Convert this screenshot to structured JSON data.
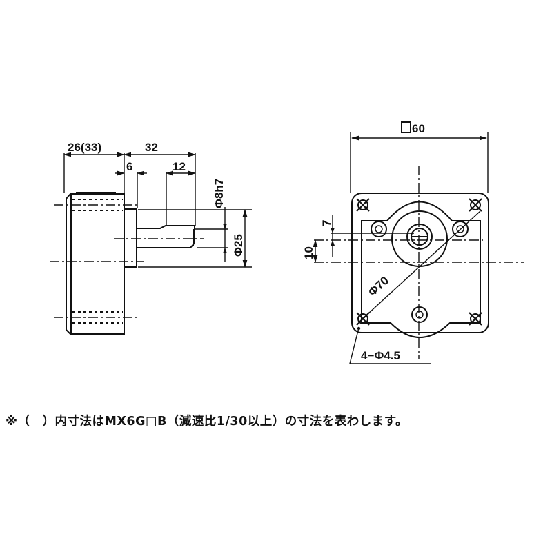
{
  "side_view": {
    "dim_body_length": "26(33)",
    "dim_shaft_length": "32",
    "dim_pilot": "6",
    "dim_key_length": "12",
    "dim_shaft_dia": "Φ8h7",
    "dim_pilot_dia": "Φ25"
  },
  "front_view": {
    "dim_square": "60",
    "dim_offset_small": "7",
    "dim_offset_large": "10",
    "dim_pcd": "Φ70",
    "dim_holes": "4−Φ4.5"
  },
  "note": {
    "text": "※（　）内寸法はMX6G□B（減速比1/30以上）の寸法を表わします。"
  }
}
